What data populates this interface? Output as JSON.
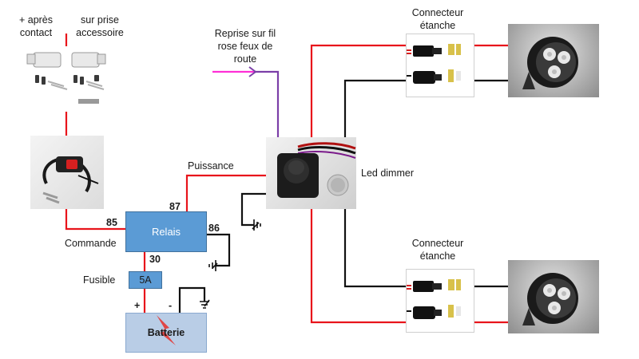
{
  "labels": {
    "apres_contact": "+ après\ncontact",
    "prise_accessoire": "sur prise\naccessoire",
    "reprise": "Reprise sur fil\nrose feux de\nroute",
    "connecteur_top": "Connecteur\nétanche",
    "connecteur_bottom": "Connecteur\nétanche",
    "puissance": "Puissance",
    "led_dimmer": "Led dimmer",
    "commande": "Commande",
    "fusible": "Fusible",
    "pin_87": "87",
    "pin_85": "85",
    "pin_86": "86",
    "pin_30": "30",
    "relais": "Relais",
    "fuse_value": "5A",
    "batterie": "Batterie",
    "plus": "+",
    "minus": "-"
  },
  "colors": {
    "wire_positive": "#e8141b",
    "wire_ground": "#111111",
    "wire_pink": "#ff2fd6",
    "wire_purple": "#7b3fa8",
    "relay_fill": "#5b9bd5",
    "battery_fill": "#b9cde6"
  }
}
